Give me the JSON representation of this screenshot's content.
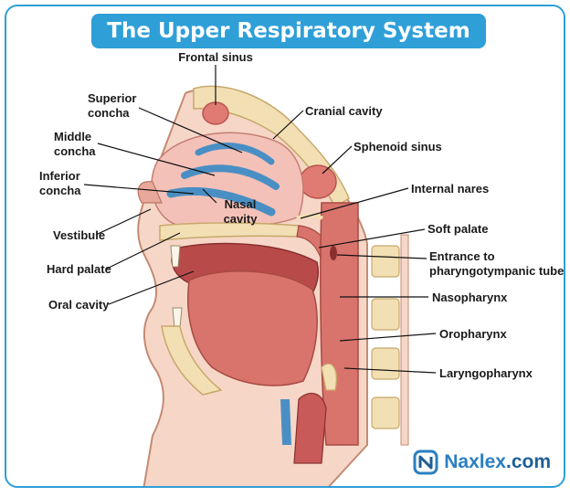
{
  "title": "The Upper Respiratory System",
  "labels": {
    "frontal_sinus": "Frontal sinus",
    "superior_concha_1": "Superior",
    "superior_concha_2": "concha",
    "middle_concha_1": "Middle",
    "middle_concha_2": "concha",
    "inferior_concha_1": "Inferior",
    "inferior_concha_2": "concha",
    "vestibule": "Vestibule",
    "hard_palate": "Hard palate",
    "oral_cavity": "Oral cavity",
    "nasal_cavity_1": "Nasal",
    "nasal_cavity_2": "cavity",
    "cranial_cavity": "Cranial cavity",
    "sphenoid_sinus": "Sphenoid sinus",
    "internal_nares": "Internal nares",
    "soft_palate": "Soft palate",
    "pharyngotympanic_1": "Entrance to",
    "pharyngotympanic_2": "pharyngotympanic tube",
    "nasopharynx": "Nasopharynx",
    "oropharynx": "Oropharynx",
    "laryngopharynx": "Laryngopharynx"
  },
  "brand": {
    "name": "Naxlex",
    "tld": ".com"
  },
  "colors": {
    "accent": "#2f9fd8",
    "bone": "#f2dfb4",
    "tissue": "#d9746c",
    "cavity": "#f4c1b8",
    "skin": "#f6d7c7",
    "mucosa_blue": "#4a8fc4"
  }
}
